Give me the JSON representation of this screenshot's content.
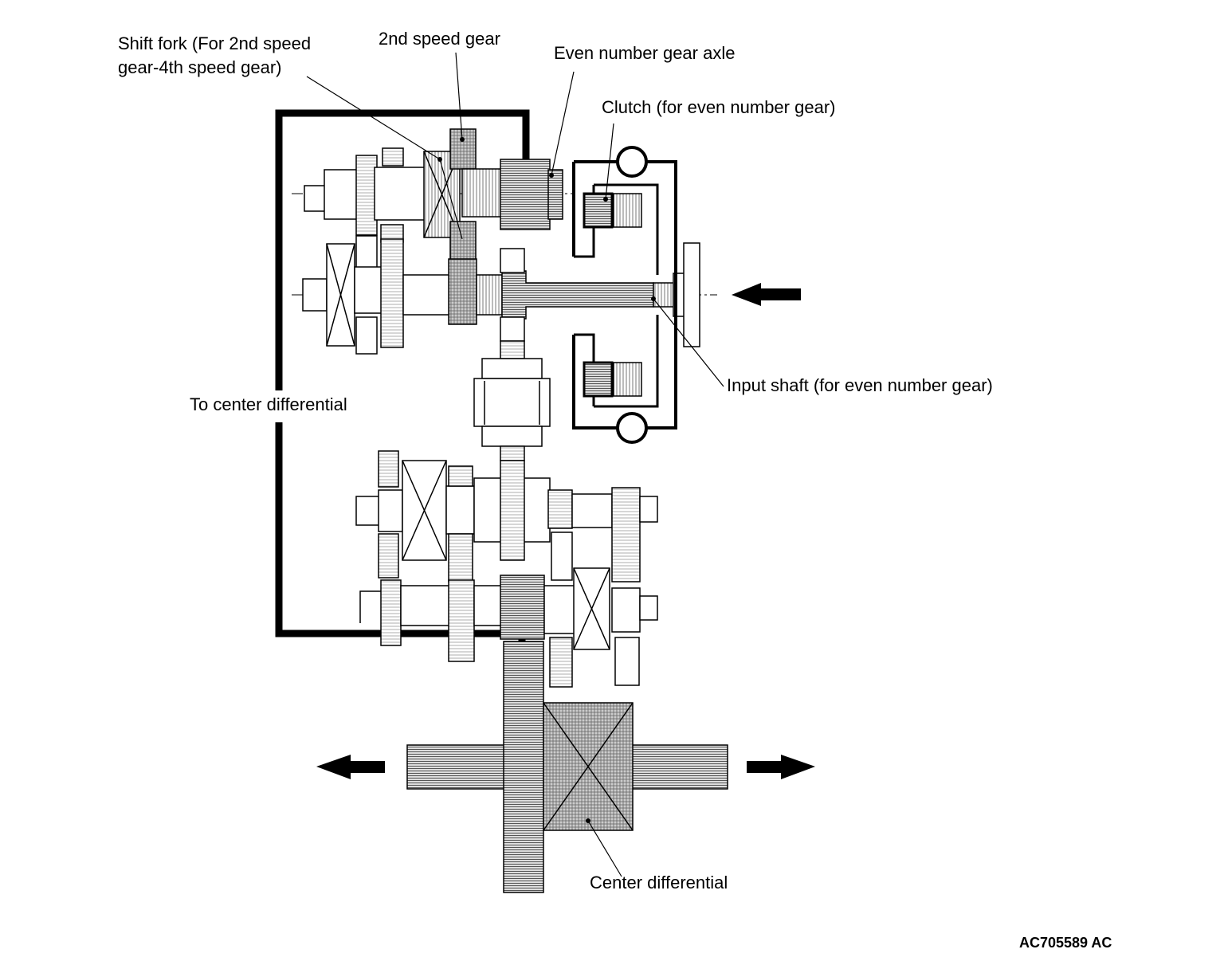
{
  "labels": {
    "shift_fork": "Shift fork (For 2nd speed",
    "shift_fork_line2": "gear-4th speed gear)",
    "second_speed_gear": "2nd speed gear",
    "even_number_gear_axle": "Even number gear axle",
    "clutch": "Clutch (for even number gear)",
    "input_shaft": "Input shaft (for even number gear)",
    "to_center_differential": "To center differential",
    "center_differential": "Center differential"
  },
  "figure_code": "AC705589 AC"
}
